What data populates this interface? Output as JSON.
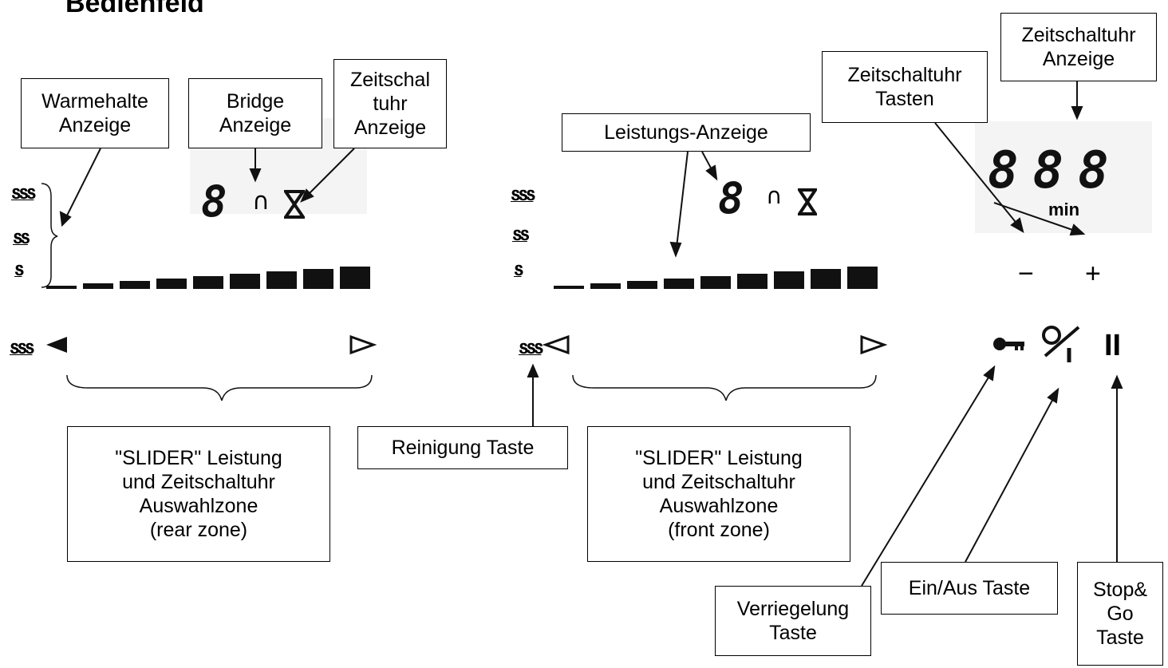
{
  "title": "Bedienfeld",
  "boxes": {
    "warmehalte": [
      "Warmehalte",
      "Anzeige"
    ],
    "bridge": [
      "Bridge",
      "Anzeige"
    ],
    "zeit_left": [
      "Zeitschal",
      "tuhr",
      "Anzeige"
    ],
    "leistung": [
      "Leistungs-Anzeige"
    ],
    "zeit_tasten": [
      "Zeitschaltuhr",
      "Tasten"
    ],
    "zeit_anzeige": [
      "Zeitschaltuhr",
      "Anzeige"
    ],
    "slider_rear": [
      "\"SLIDER\" Leistung",
      "und Zeitschaltuhr",
      "Auswahlzone",
      "(rear zone)"
    ],
    "reinigung": [
      "Reinigung Taste"
    ],
    "slider_front": [
      "\"SLIDER\" Leistung",
      "und Zeitschaltuhr",
      "Auswahlzone",
      "(front zone)"
    ],
    "verriegelung": [
      "Verriegelung",
      "Taste"
    ],
    "einaus": [
      "Ein/Aus Taste"
    ],
    "stopgo": [
      "Stop&",
      "Go",
      "Taste"
    ]
  },
  "display": {
    "digit": "8",
    "bridge_symbol": "∩",
    "timer_digits": "888",
    "timer_unit": "min",
    "warm_levels": [
      "ՏՏՏ",
      "ՏՏ",
      "Տ"
    ],
    "warm_key": "ՏՏՏ"
  },
  "controls": {
    "minus": "−",
    "plus": "+",
    "key_icon": "key-icon",
    "power_icon": "on-off-icon",
    "pause": "II"
  },
  "slider_levels": 9
}
